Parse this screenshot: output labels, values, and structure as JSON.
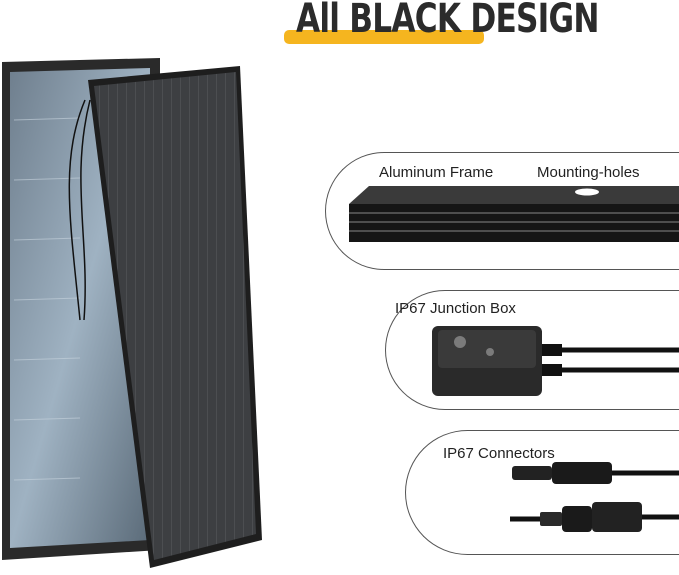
{
  "title": {
    "text": "All BLACK DESIGN",
    "highlight_color": "#f5b51f"
  },
  "callouts": [
    {
      "labels": [
        "Aluminum Frame",
        "Mounting-holes"
      ]
    },
    {
      "labels": [
        "IP67 Junction Box"
      ]
    },
    {
      "labels": [
        "IP67 Connectors"
      ]
    }
  ]
}
